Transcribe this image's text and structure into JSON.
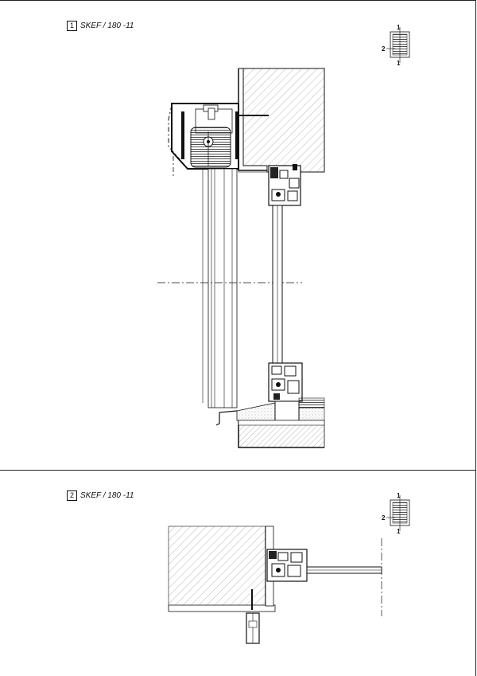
{
  "details": [
    {
      "number": "1",
      "title": "SKEF / 180 -11"
    },
    {
      "number": "2",
      "title": "SKEF / 180 -11"
    }
  ],
  "key_plans": [
    {
      "top_mark": "1",
      "side_mark": "2",
      "bottom_mark": "1"
    },
    {
      "top_mark": "1",
      "side_mark": "2",
      "bottom_mark": "1"
    }
  ],
  "colors": {
    "line": "#111111",
    "hatch": "#9a9a9a",
    "wall_fill": "#f4f4f4"
  }
}
